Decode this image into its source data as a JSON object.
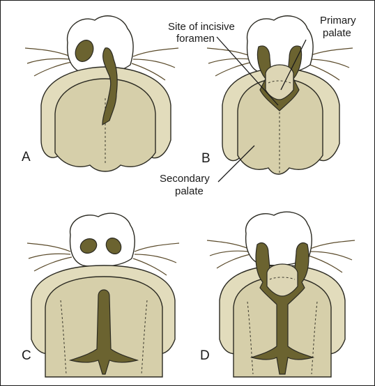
{
  "panels": {
    "a": {
      "letter": "A"
    },
    "b": {
      "letter": "B"
    },
    "c": {
      "letter": "C"
    },
    "d": {
      "letter": "D"
    }
  },
  "labels": {
    "incisive_line1": "Site of incisive",
    "incisive_line2": "foramen",
    "primary_line1": "Primary",
    "primary_line2": "palate",
    "secondary_line1": "Secondary",
    "secondary_line2": "palate"
  },
  "colors": {
    "palate": "#d6cfaa",
    "cleft": "#6b6330",
    "outline": "#2b2a22"
  }
}
